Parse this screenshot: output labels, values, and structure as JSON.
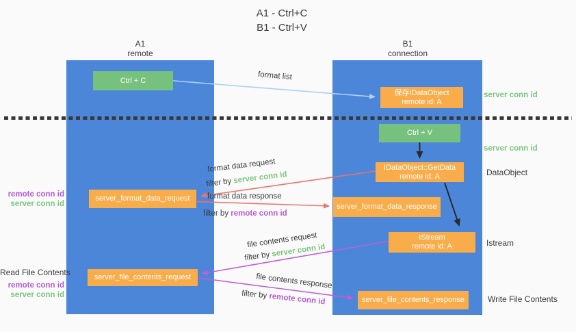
{
  "title": {
    "line1": "A1 - Ctrl+C",
    "line2": "B1 - Ctrl+V"
  },
  "lanes": {
    "left": {
      "name": "A1",
      "role": "remote"
    },
    "right": {
      "name": "B1",
      "role": "connection"
    }
  },
  "nodes": {
    "ctrl_c": {
      "label": "Ctrl + C"
    },
    "save_dataobject": {
      "line1": "保存IDataObject",
      "line2": "remote id: A"
    },
    "ctrl_v": {
      "label": "Ctrl + V"
    },
    "getdata": {
      "line1": "IDataObject::GetData",
      "line2": "remote id: A"
    },
    "format_request": {
      "label": "server_format_data_request"
    },
    "format_response": {
      "label": "server_format_data_response"
    },
    "istream": {
      "line1": "IStream",
      "line2": "remote id: A"
    },
    "file_request": {
      "label": "server_file_contents_request"
    },
    "file_response": {
      "label": "server_file_contents_response"
    }
  },
  "edge_labels": {
    "format_list": "format list",
    "format_data_request": "format data request",
    "format_data_response": "format data response",
    "file_contents_request": "file contents request",
    "file_contents_response": "file contents response",
    "filter_by": "filter by ",
    "server_conn_id": "server conn id",
    "remote_conn_id": "remote conn id"
  },
  "side_labels": {
    "server_conn_id_top": "server conn id",
    "server_conn_id_mid": "server conn id",
    "dataobject": "DataObject",
    "istream": "Istream",
    "write_file_contents": "Write File Contents",
    "read_file_contents": "Read File Contents",
    "remote_conn_id": "remote conn id",
    "server_conn_id": "server conn id"
  },
  "colors": {
    "lane_blue": "#4c86d9",
    "node_green": "#77c17e",
    "node_orange": "#f9ac4a",
    "label_green": "#7cc47f",
    "label_purple": "#b35bd1",
    "arrow_red": "#e8746c",
    "arrow_purple": "#bf5ed2",
    "arrow_blue": "#a9d2f2",
    "arrow_black": "#2b2b2b"
  }
}
